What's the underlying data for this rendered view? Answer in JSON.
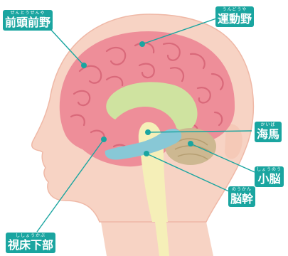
{
  "colors": {
    "skin": "#f7d3c4",
    "skin_outline": "#efb8a6",
    "brain": "#ee8e99",
    "brain_fold": "#d9697a",
    "limbic": "#cfe3a0",
    "hippocampus": "#88c8d6",
    "brainstem": "#f5efb8",
    "cerebellum": "#cdb891",
    "label_bg": "#1aa5a0",
    "leader_line": "#1aa5a0"
  },
  "labels": {
    "prefrontal": {
      "ruby": "ぜんとうぜんや",
      "text": "前頭前野"
    },
    "motor": {
      "ruby": "うんどうや",
      "text": "運動野"
    },
    "hippocampus": {
      "ruby": "かいば",
      "text": "海馬"
    },
    "cerebellum": {
      "ruby": "しょうのう",
      "text": "小脳"
    },
    "brainstem": {
      "ruby": "のうかん",
      "text": "脳幹"
    },
    "hypothalamus": {
      "ruby": "ししょうかぶ",
      "text": "視床下部"
    }
  }
}
